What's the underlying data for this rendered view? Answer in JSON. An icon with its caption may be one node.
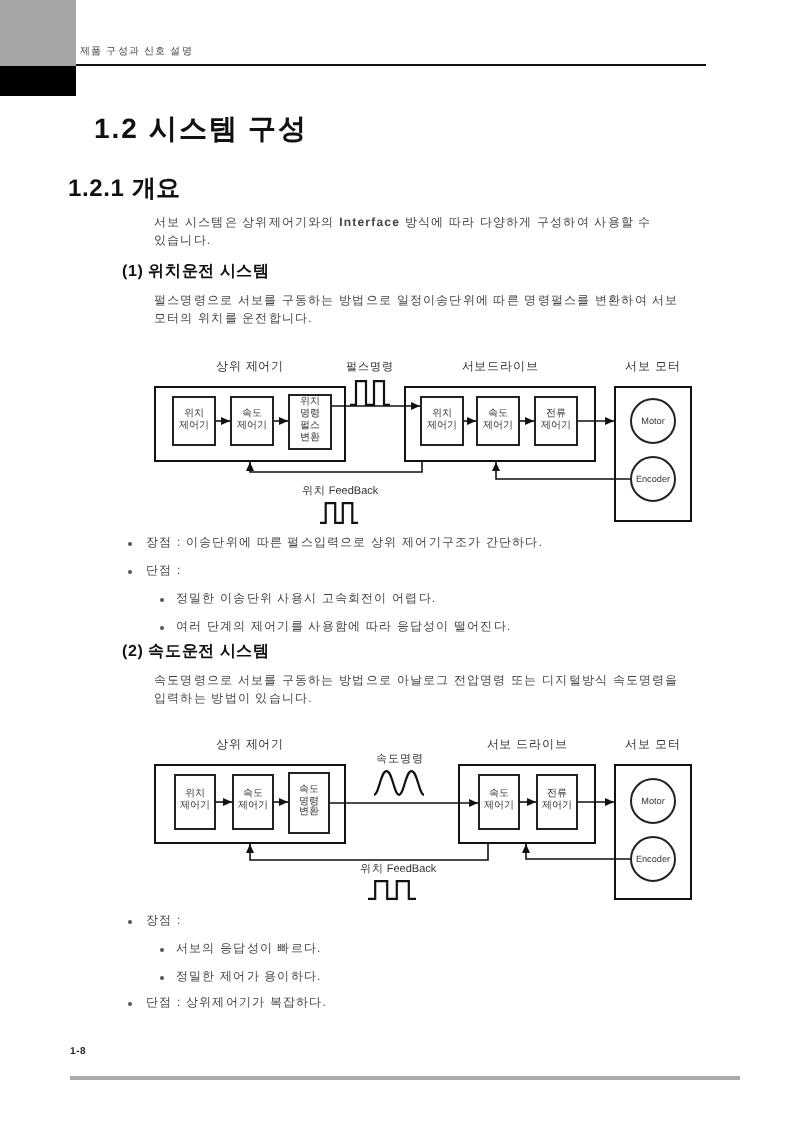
{
  "diagram": {
    "title": "1.2 시스템 구성",
    "nodes": [
      {
        "text": [
          "상위 제어기"
        ]
      },
      {
        "text": [
          "위치 제어기"
        ],
        "in": 0
      },
      {
        "text": [
          "속도 제어기"
        ],
        "in": 0
      },
      {
        "text": [
          "위치 명령 펄스 변환"
        ],
        "in": 0
      },
      {
        "text": [
          "서보드라이브"
        ]
      },
      {
        "text": [
          "위치 제어기"
        ],
        "in": 4
      },
      {
        "text": [
          "속도 제어기"
        ],
        "in": 4
      },
      {
        "text": [
          "전류 제어기"
        ],
        "in": 4
      },
      {
        "text": [
          "서보 모터"
        ]
      },
      {
        "text": [
          "Motor"
        ],
        "in": 8
      },
      {
        "text": [
          "Encoder"
        ],
        "in": 8
      },
      {
        "text": [
          "상위 제어기"
        ]
      },
      {
        "text": [
          "위치 제어기"
        ],
        "in": 11
      },
      {
        "text": [
          "속도 제어기"
        ],
        "in": 11
      },
      {
        "text": [
          "속도 명령 변환"
        ],
        "in": 11
      },
      {
        "text": [
          "서보 드라이브"
        ]
      },
      {
        "text": [
          "속도 제어기"
        ],
        "in": 15
      },
      {
        "text": [
          "전류 제어기"
        ],
        "in": 15
      },
      {
        "text": [
          "서보 모터"
        ]
      },
      {
        "text": [
          "Motor"
        ],
        "in": 18
      },
      {
        "text": [
          "Encoder"
        ],
        "in": 18
      }
    ],
    "edges": [
      {
        "from": 1,
        "to": 2,
        "arrow": "to"
      },
      {
        "from": 2,
        "to": 3,
        "arrow": "to"
      },
      {
        "from": 3,
        "to": 5,
        "arrow": "to",
        "label": "펄스명령"
      },
      {
        "from": 5,
        "to": 6,
        "arrow": "to"
      },
      {
        "from": 6,
        "to": 7,
        "arrow": "to"
      },
      {
        "from": 7,
        "to": 8,
        "arrow": "to"
      },
      {
        "from": 4,
        "to": 0,
        "arrow": "to",
        "label": "위치 FeedBack"
      },
      {
        "from": 10,
        "to": 4,
        "arrow": "to"
      },
      {
        "from": 12,
        "to": 13,
        "arrow": "to"
      },
      {
        "from": 13,
        "to": 14,
        "arrow": "to"
      },
      {
        "from": 14,
        "to": 16,
        "arrow": "to",
        "label": "속도명령"
      },
      {
        "from": 16,
        "to": 17,
        "arrow": "to"
      },
      {
        "from": 17,
        "to": 18,
        "arrow": "to"
      },
      {
        "from": 15,
        "to": 11,
        "arrow": "to",
        "label": "위치 FeedBack"
      },
      {
        "from": 20,
        "to": 15,
        "arrow": "to"
      }
    ],
    "labels": [
      "제품 구성과 신호 설명",
      "1.2.1 개요",
      "서보 시스템은 상위제어기와의 **Interface** 방식에 따라 다양하게 구성하여 사용할 수 있습니다.",
      "(1) 위치운전 시스템",
      "펄스명령으로 서보를 구동하는 방법으로 일정이송단위에 따른 명령펄스를 변환하여 서보 모터의 위치를 운전합니다.",
      "장점 : 이송단위에 따른 펄스입력으로 상위 제어기구조가 간단하다.",
      "단점 :",
      "정밀한 이송단위 사용시 고속회전이 어렵다.",
      "여러 단계의 제어기를 사용함에 따라 응답성이 떨어진다.",
      "(2) 속도운전 시스템",
      "속도명령으로 서보를 구동하는 방법으로 아날로그 전압명령 또는 디지털방식 속도명령을 입력하는 방법이 있습니다.",
      "장점 :",
      "서보의 응답성이 빠르다.",
      "정밀한 제어가 용이하다.",
      "단점 : 상위제어기가 복잡하다.",
      "1-8"
    ]
  }
}
